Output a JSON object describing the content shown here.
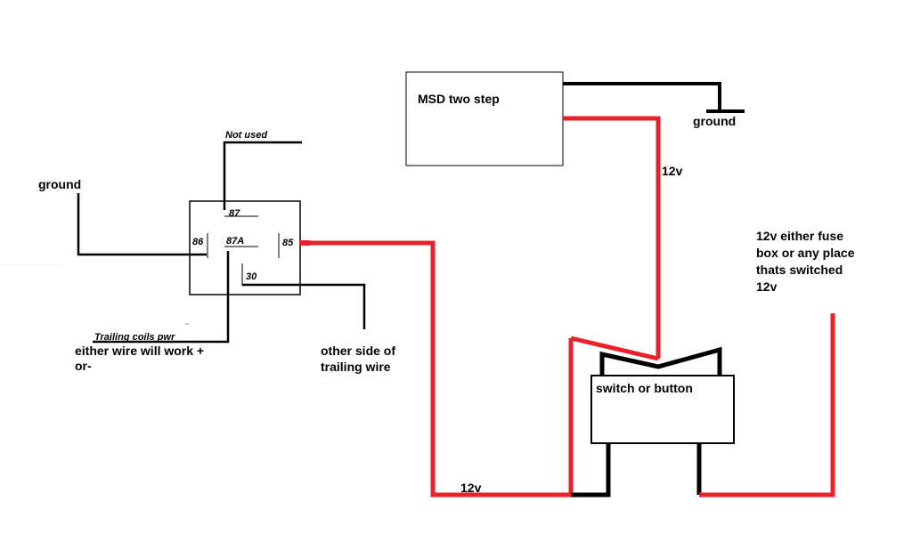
{
  "colors": {
    "wire_red": "#e8222a",
    "wire_black": "#000000",
    "outline": "#000000",
    "background": "#ffffff"
  },
  "msd": {
    "label": "MSD two step",
    "ground_label": "ground",
    "power_label": "12v"
  },
  "relay": {
    "pins": {
      "p87": "87",
      "p87a": "87A",
      "p86": "86",
      "p85": "85",
      "p30": "30"
    },
    "not_used_label": "Not used",
    "ground_label": "ground",
    "trailing_coils_label": "Trailing coils pwr",
    "either_wire_line1": "either wire will work +",
    "either_wire_line2": "or-",
    "other_side_line1": "other side of",
    "other_side_line2": "trailing wire"
  },
  "switch": {
    "label": "switch or button"
  },
  "power_source": {
    "line1": "12v either fuse",
    "line2": "box or any place",
    "line3": "thats switched",
    "line4": "12v"
  },
  "bottom_wire_label": "12v"
}
